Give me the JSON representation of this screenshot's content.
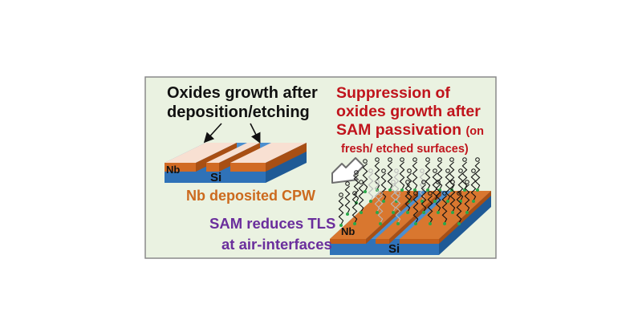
{
  "colors": {
    "panel_bg": "#eaf2e1",
    "panel_border": "#8a8a8a",
    "si_blue": "#2f72b8",
    "nb_orange": "#d16a24",
    "oxide_pink": "#f8e0d2",
    "red_text": "#c0141c",
    "purple_text": "#6a2e9c",
    "orange_text": "#cc6a1e",
    "sam_black": "#111111",
    "sam_green": "#2aa84a",
    "sam_grey": "#b8b8b8"
  },
  "left_title": {
    "line1": "Oxides growth after",
    "line2": "deposition/etching"
  },
  "right_title": {
    "line1": "Suppression of",
    "line2": "oxides growth after",
    "line3": "SAM passivation",
    "line3_small": "(on",
    "line4": "fresh/ etched surfaces)"
  },
  "left_device": {
    "si_label": "Si",
    "nb_label": "Nb",
    "caption": "Nb deposited CPW"
  },
  "right_device": {
    "si_label": "Si",
    "nb_label": "Nb"
  },
  "bottom_text": {
    "line1": "SAM reduces TLS",
    "line2": "at air-interfaces"
  },
  "icons": {
    "arrow": "hollow-down-left-arrow-icon"
  }
}
